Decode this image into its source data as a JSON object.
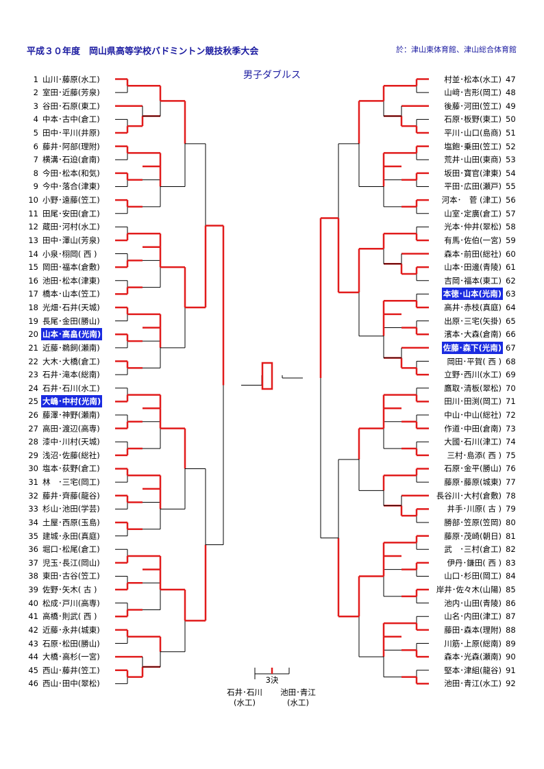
{
  "header": {
    "title": "平成３０年度　岡山県高等学校バドミントン競技秋季大会",
    "venue": "於：津山東体育館、津山総合体育館",
    "event": "男子ダブルス"
  },
  "left": [
    {
      "n": "1",
      "name": "山川･藤原(水工)"
    },
    {
      "n": "2",
      "name": "室田･近藤(芳泉)"
    },
    {
      "n": "3",
      "name": "谷田･石原(東工)"
    },
    {
      "n": "4",
      "name": "中本･古中(倉工)"
    },
    {
      "n": "5",
      "name": "田中･平川(井原)"
    },
    {
      "n": "6",
      "name": "藤井･阿部(理附)"
    },
    {
      "n": "7",
      "name": "横溝･石迫(倉南)"
    },
    {
      "n": "8",
      "name": "今田･松本(和気)"
    },
    {
      "n": "9",
      "name": "今中･落合(津東)"
    },
    {
      "n": "10",
      "name": "小野･遠藤(笠工)"
    },
    {
      "n": "11",
      "name": "田尾･安田(倉工)"
    },
    {
      "n": "12",
      "name": "蔵田･河村(水工)"
    },
    {
      "n": "13",
      "name": "田中･澤山(芳泉)"
    },
    {
      "n": "14",
      "name": "小泉･栩岡(  西  )"
    },
    {
      "n": "15",
      "name": "岡田･福本(倉敷)"
    },
    {
      "n": "16",
      "name": "池田･松本(津東)"
    },
    {
      "n": "17",
      "name": "橋本･山本(笠工)"
    },
    {
      "n": "18",
      "name": "光畑･石井(天城)"
    },
    {
      "n": "19",
      "name": "長尾･金田(勝山)"
    },
    {
      "n": "20",
      "name": "山本･高畠(光南)",
      "hl": true
    },
    {
      "n": "21",
      "name": "近藤･鵜飼(瀬南)"
    },
    {
      "n": "22",
      "name": "大木･大橋(倉工)"
    },
    {
      "n": "23",
      "name": "石井･滝本(総南)"
    },
    {
      "n": "24",
      "name": "石井･石川(水工)"
    },
    {
      "n": "25",
      "name": "大嶋･中村(光南)",
      "hl": true
    },
    {
      "n": "26",
      "name": "藤澤･神野(瀬南)"
    },
    {
      "n": "27",
      "name": "高田･渡辺(高専)"
    },
    {
      "n": "28",
      "name": "漆中･川村(天城)"
    },
    {
      "n": "29",
      "name": "浅沼･佐藤(総社)"
    },
    {
      "n": "30",
      "name": "塩本･荻野(倉工)"
    },
    {
      "n": "31",
      "name": "林　･三宅(岡工)"
    },
    {
      "n": "32",
      "name": "藤井･齊藤(龍谷)"
    },
    {
      "n": "33",
      "name": "杉山･池田(学芸)"
    },
    {
      "n": "34",
      "name": "土屋･西原(玉島)"
    },
    {
      "n": "35",
      "name": "建城･永田(真庭)"
    },
    {
      "n": "36",
      "name": "堀口･松尾(倉工)"
    },
    {
      "n": "37",
      "name": "児玉･長江(岡山)"
    },
    {
      "n": "38",
      "name": "東田･古谷(笠工)"
    },
    {
      "n": "39",
      "name": "佐野･矢木(  古  )"
    },
    {
      "n": "40",
      "name": "松成･戸川(高専)"
    },
    {
      "n": "41",
      "name": "高橋･則武(  西  )"
    },
    {
      "n": "42",
      "name": "近藤･永井(城東)"
    },
    {
      "n": "43",
      "name": "石原･松田(勝山)"
    },
    {
      "n": "44",
      "name": "大橋･高杉(一宮)"
    },
    {
      "n": "45",
      "name": "西山･藤井(笠工)"
    },
    {
      "n": "46",
      "name": "西山･田中(翠松)"
    }
  ],
  "right": [
    {
      "n": "47",
      "name": "村並･松本(水工)"
    },
    {
      "n": "48",
      "name": "山﨑･吉形(岡工)"
    },
    {
      "n": "49",
      "name": "後藤･河田(笠工)"
    },
    {
      "n": "50",
      "name": "石原･板野(東工)"
    },
    {
      "n": "51",
      "name": "平川･山口(島商)"
    },
    {
      "n": "52",
      "name": "塩飽･乗田(笠工)"
    },
    {
      "n": "53",
      "name": "荒井･山田(東商)"
    },
    {
      "n": "54",
      "name": "坂田･寶官(津東)"
    },
    {
      "n": "55",
      "name": "平田･広田(瀬戸)"
    },
    {
      "n": "56",
      "name": "河本･　菅 (津工)"
    },
    {
      "n": "57",
      "name": "山室･定廣(倉工)"
    },
    {
      "n": "58",
      "name": "光本･仲井(翠松)"
    },
    {
      "n": "59",
      "name": "有馬･佐伯(一宮)"
    },
    {
      "n": "60",
      "name": "森本･前田(総社)"
    },
    {
      "n": "61",
      "name": "山本･田邊(青陵)"
    },
    {
      "n": "62",
      "name": "吉岡･福本(東工)"
    },
    {
      "n": "63",
      "name": "本徳･山本(光南)",
      "hl": true
    },
    {
      "n": "64",
      "name": "高井･赤枝(真庭)"
    },
    {
      "n": "65",
      "name": "出原･三宅(矢掛)"
    },
    {
      "n": "66",
      "name": "濱本･大森(倉南)"
    },
    {
      "n": "67",
      "name": "佐藤･森下(光南)",
      "hl": true
    },
    {
      "n": "68",
      "name": "岡田･平賀(  西  )"
    },
    {
      "n": "69",
      "name": "立野･西川(水工)"
    },
    {
      "n": "70",
      "name": "鷹取･清板(翠松)"
    },
    {
      "n": "71",
      "name": "田川･田渕(岡工)"
    },
    {
      "n": "72",
      "name": "中山･中山(総社)"
    },
    {
      "n": "73",
      "name": "作道･中田(倉南)"
    },
    {
      "n": "74",
      "name": "大國･石川(津工)"
    },
    {
      "n": "75",
      "name": "三村･島添(  西  )"
    },
    {
      "n": "76",
      "name": "石原･金平(勝山)"
    },
    {
      "n": "77",
      "name": "藤原･藤原(城東)"
    },
    {
      "n": "78",
      "name": "長谷川･大村(倉敷)"
    },
    {
      "n": "79",
      "name": "井手･川原(  古  )"
    },
    {
      "n": "80",
      "name": "勝部･笠原(笠岡)"
    },
    {
      "n": "81",
      "name": "藤原･茂崎(朝日)"
    },
    {
      "n": "82",
      "name": "武　･三村(倉工)"
    },
    {
      "n": "83",
      "name": "伊丹･鎌田(  西  )"
    },
    {
      "n": "84",
      "name": "山口･杉田(岡工)"
    },
    {
      "n": "85",
      "name": "岸井･佐々木(山陽)"
    },
    {
      "n": "86",
      "name": "池内･山田(青陵)"
    },
    {
      "n": "87",
      "name": "山名･内田(津工)"
    },
    {
      "n": "88",
      "name": "藤田･森本(理附)"
    },
    {
      "n": "89",
      "name": "川筋･上原(総南)"
    },
    {
      "n": "90",
      "name": "森本･光森(瀬南)"
    },
    {
      "n": "91",
      "name": "堅本･津組(龍谷)"
    },
    {
      "n": "92",
      "name": "池田･青江(水工)"
    }
  ],
  "third_place": {
    "label": "3決",
    "left_pair": "石井･石川",
    "left_school": "(水工)",
    "right_pair": "池田･青江",
    "right_school": "(水工)"
  },
  "colors": {
    "winner_line": "#e11b1b",
    "highlight": "#1a2be0",
    "header": "#1a1aa0"
  }
}
